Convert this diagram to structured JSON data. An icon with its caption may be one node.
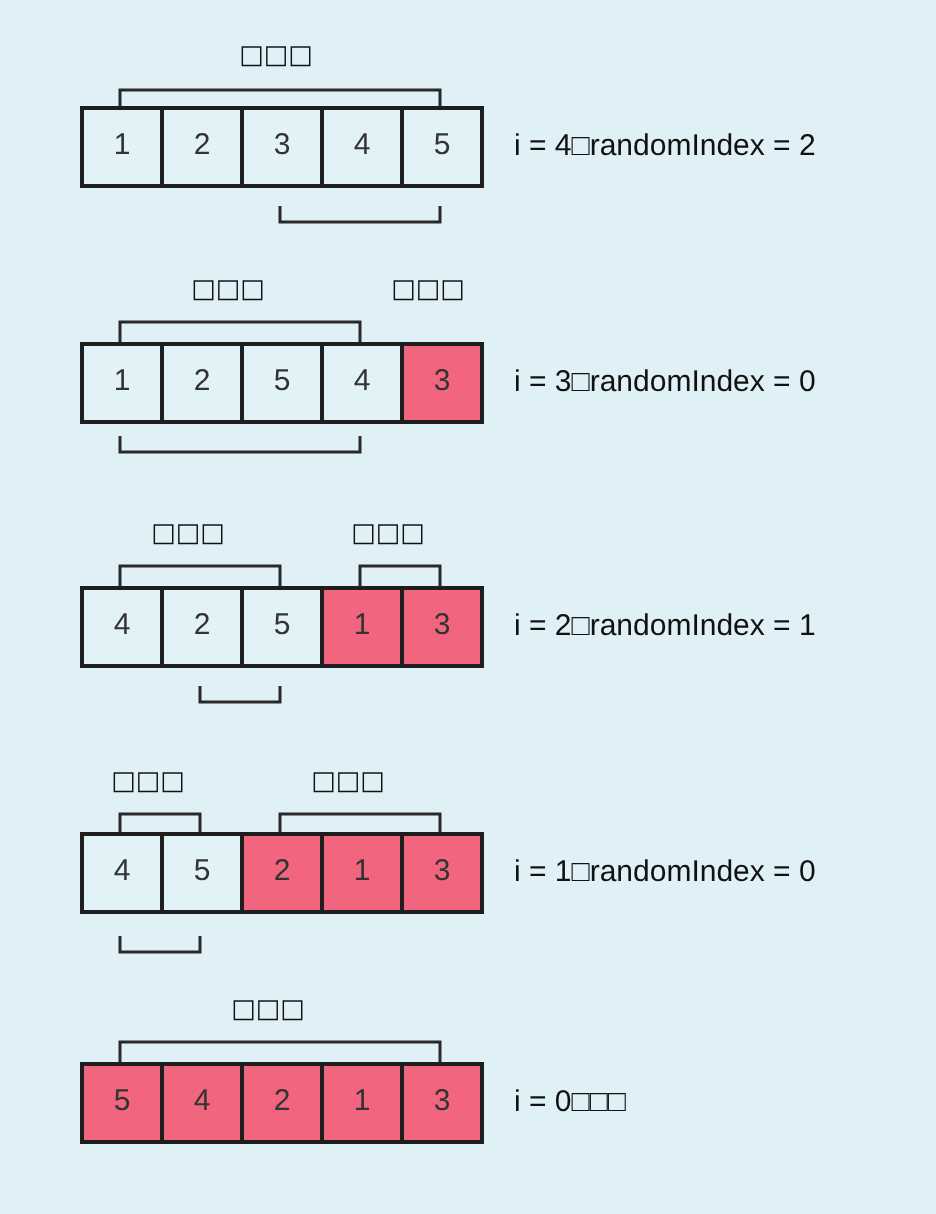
{
  "diagram": {
    "nodes": [
      {
        "text": [
          "1"
        ]
      },
      {
        "text": [
          "2"
        ]
      },
      {
        "text": [
          "3"
        ]
      },
      {
        "text": [
          "4"
        ]
      },
      {
        "text": [
          "5"
        ]
      },
      {
        "text": [
          "1"
        ]
      },
      {
        "text": [
          "2"
        ]
      },
      {
        "text": [
          "5"
        ]
      },
      {
        "text": [
          "4"
        ]
      },
      {
        "text": [
          "3"
        ]
      },
      {
        "text": [
          "4"
        ]
      },
      {
        "text": [
          "2"
        ]
      },
      {
        "text": [
          "5"
        ]
      },
      {
        "text": [
          "1"
        ]
      },
      {
        "text": [
          "3"
        ]
      },
      {
        "text": [
          "4"
        ]
      },
      {
        "text": [
          "5"
        ]
      },
      {
        "text": [
          "2"
        ]
      },
      {
        "text": [
          "1"
        ]
      },
      {
        "text": [
          "3"
        ]
      },
      {
        "text": [
          "5"
        ]
      },
      {
        "text": [
          "4"
        ]
      },
      {
        "text": [
          "2"
        ]
      },
      {
        "text": [
          "1"
        ]
      },
      {
        "text": [
          "3"
        ]
      }
    ],
    "labels": [
      "□□□",
      "i = 4□randomIndex = 2",
      "□□□",
      "□□□",
      "i = 3□randomIndex = 0",
      "□□□",
      "□□□",
      "i = 2□randomIndex = 1",
      "□□□",
      "□□□",
      "i = 1□randomIndex = 0",
      "□□□",
      "i = 0□□□"
    ]
  }
}
